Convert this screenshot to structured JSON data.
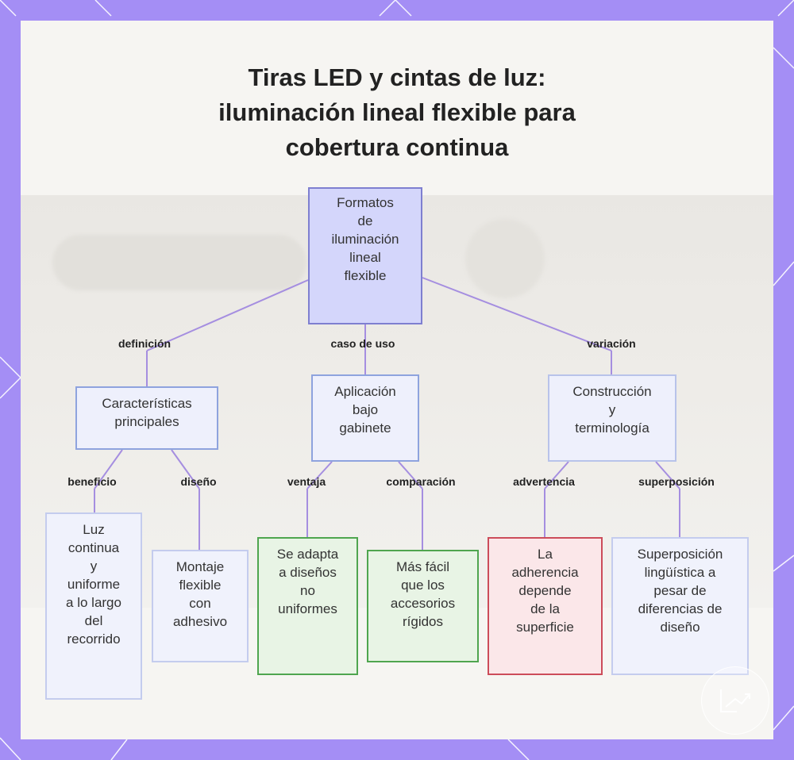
{
  "title": {
    "line1": "Tiras LED y cintas de luz:",
    "line2": "iluminación lineal flexible para",
    "line3": "cobertura continua"
  },
  "colors": {
    "frame": "#a48ef5",
    "edge": "#a58ee0",
    "root_fill": "#d4d6fb",
    "root_border": "#7e7fd0",
    "category_fill": "#eef0fc",
    "category_border": "#8ea3de",
    "leaf_fill": "#f0f2fc",
    "leaf_border": "#c4ccee",
    "positive_fill": "#e8f4e5",
    "positive_border": "#4fa54f",
    "warning_fill": "#fbe7e9",
    "warning_border": "#cc4c5a"
  },
  "diagram": {
    "root": {
      "lines": [
        "Formatos",
        "de",
        "iluminación",
        "lineal",
        "flexible"
      ]
    },
    "categories": [
      {
        "id": "caracteristicas",
        "lines": [
          "Características",
          "principales"
        ],
        "edge_label": "definición"
      },
      {
        "id": "aplicacion",
        "lines": [
          "Aplicación",
          "bajo",
          "gabinete"
        ],
        "edge_label": "caso de uso"
      },
      {
        "id": "construccion",
        "lines": [
          "Construcción",
          "y",
          "terminología"
        ],
        "edge_label": "variación"
      }
    ],
    "leaves": [
      {
        "id": "luz",
        "parent": "caracteristicas",
        "edge_label": "beneficio",
        "lines": [
          "Luz",
          "continua",
          "y",
          "uniforme",
          "a lo largo",
          "del",
          "recorrido"
        ],
        "style": "neutral"
      },
      {
        "id": "montaje",
        "parent": "caracteristicas",
        "edge_label": "diseño",
        "lines": [
          "Montaje",
          "flexible",
          "con",
          "adhesivo"
        ],
        "style": "neutral"
      },
      {
        "id": "adapta",
        "parent": "aplicacion",
        "edge_label": "ventaja",
        "lines": [
          "Se adapta",
          "a diseños",
          "no",
          "uniformes"
        ],
        "style": "positive"
      },
      {
        "id": "facil",
        "parent": "aplicacion",
        "edge_label": "comparación",
        "lines": [
          "Más fácil",
          "que los",
          "accesorios",
          "rígidos"
        ],
        "style": "positive"
      },
      {
        "id": "adherencia",
        "parent": "construccion",
        "edge_label": "advertencia",
        "lines": [
          "La",
          "adherencia",
          "depende",
          "de la",
          "superficie"
        ],
        "style": "warning"
      },
      {
        "id": "superposicion",
        "parent": "construccion",
        "edge_label": "superposición",
        "lines": [
          "Superposición",
          "lingüística a",
          "pesar de",
          "diferencias de",
          "diseño"
        ],
        "style": "neutral"
      }
    ]
  }
}
